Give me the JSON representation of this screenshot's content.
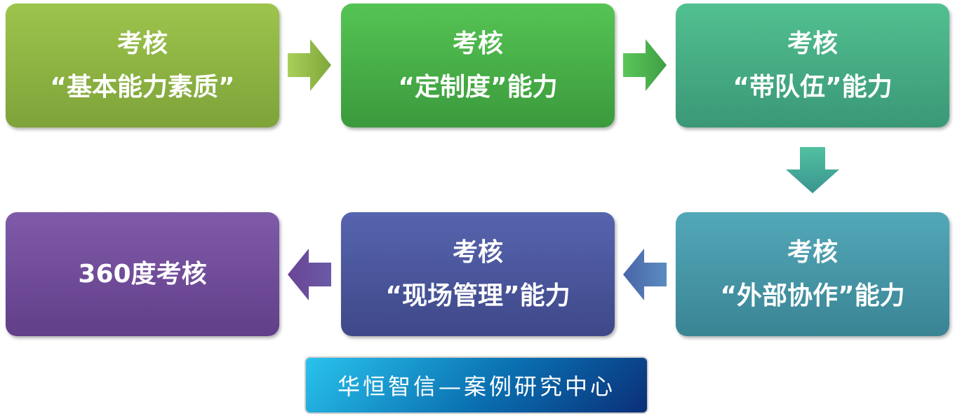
{
  "steps": [
    {
      "line1": "考核",
      "line2": "“基本能力素质”",
      "color_top": "#9dc44c",
      "color_bottom": "#7ea33a"
    },
    {
      "line1": "考核",
      "line2": "“定制度”能力",
      "color_top": "#55c454",
      "color_bottom": "#3b9a3c"
    },
    {
      "line1": "考核",
      "line2": "“带队伍”能力",
      "color_top": "#52c090",
      "color_bottom": "#3a9877"
    },
    {
      "line1": "考核",
      "line2": "“外部协作”能力",
      "color_top": "#52a8b8",
      "color_bottom": "#3a8494"
    },
    {
      "line1": "考核",
      "line2": "“现场管理”能力",
      "color_top": "#5764ae",
      "color_bottom": "#3e4889"
    },
    {
      "line1": "360度考核",
      "line2": "",
      "color_top": "#7f5aa9",
      "color_bottom": "#623f89"
    }
  ],
  "footer": {
    "label": "华恒智信—案例研究中心"
  }
}
